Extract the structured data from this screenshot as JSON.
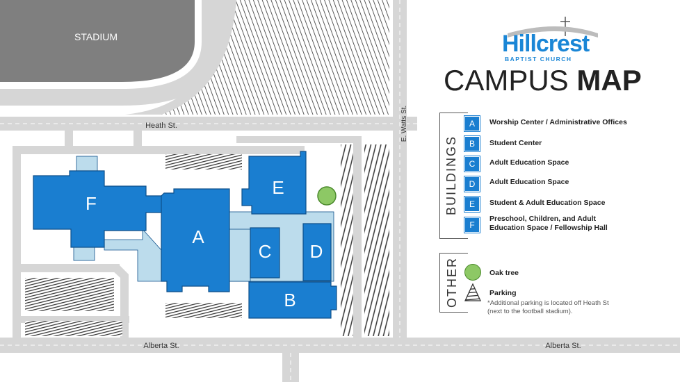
{
  "header": {
    "logo_name": "Hillcrest",
    "logo_subtitle": "BAPTIST CHURCH",
    "title_light": "CAMPUS",
    "title_bold": "MAP"
  },
  "map": {
    "stadium_label": "STADIUM",
    "roads": {
      "heath": "Heath St.",
      "watts": "E. Watts St.",
      "alberta_left": "Alberta St.",
      "alberta_right": "Alberta St."
    },
    "buildings": [
      {
        "letter": "A"
      },
      {
        "letter": "B"
      },
      {
        "letter": "C"
      },
      {
        "letter": "D"
      },
      {
        "letter": "E"
      },
      {
        "letter": "F"
      }
    ]
  },
  "legend": {
    "buildings_heading": "BUILDINGS",
    "items": [
      {
        "letter": "A",
        "label": "Worship Center / Administrative Offices"
      },
      {
        "letter": "B",
        "label": "Student Center"
      },
      {
        "letter": "C",
        "label": "Adult Education Space"
      },
      {
        "letter": "D",
        "label": "Adult Education Space"
      },
      {
        "letter": "E",
        "label": "Student & Adult Education Space"
      },
      {
        "letter": "F",
        "label_line1": "Preschool, Children, and Adult",
        "label_line2": "Education Space / Fellowship Hall"
      }
    ],
    "other_heading": "OTHER",
    "oak_label": "Oak tree",
    "parking_label": "Parking",
    "parking_note_line1": "*Additional parking is located off Heath St",
    "parking_note_line2": "(next to the football stadium)."
  },
  "colors": {
    "building": "#1a7ed0",
    "building_outline": "#0d4f8a",
    "walkway": "#bcdcec",
    "road": "#d6d6d6",
    "stadium": "#7f7f7f",
    "oak": "#8dc865"
  }
}
